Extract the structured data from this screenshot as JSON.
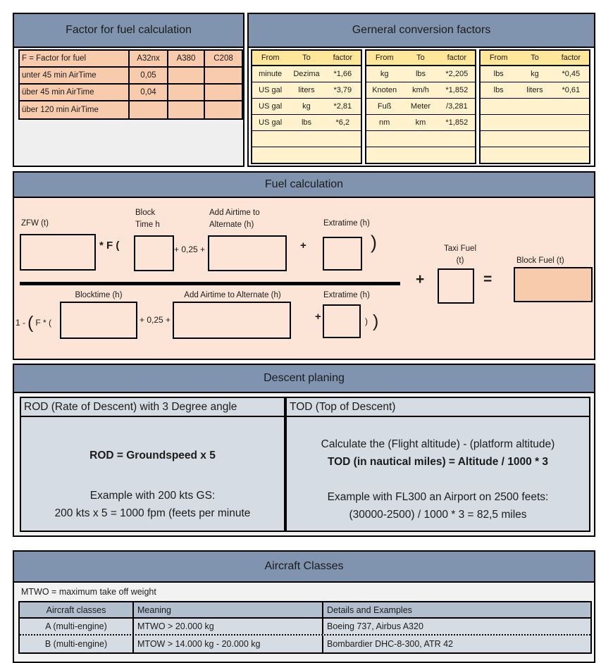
{
  "palette": {
    "header_blue": "#8094B0",
    "peach": "#F8CBAD",
    "peach_light": "#FCE4D6",
    "yellow_header": "#FFE699",
    "yellow_light": "#FFF2CC",
    "bluegray_panel": "#D6DCE4",
    "bluegray_table_header": "#B2BFCE",
    "gray_fill": "#EFEFEF",
    "border": "#000000"
  },
  "factor_section": {
    "title": "Factor for fuel calculation",
    "table": {
      "header": [
        "F = Factor for fuel",
        "A32nx",
        "A380",
        "C208"
      ],
      "rows": [
        [
          "unter 45 min AirTime",
          "0,05",
          "",
          ""
        ],
        [
          "über 45 min AirTime",
          "0,04",
          "",
          ""
        ],
        [
          "über 120 min AirTime",
          "",
          "",
          ""
        ]
      ]
    }
  },
  "conversion_section": {
    "title": "Gerneral conversion factors",
    "columns": [
      "From",
      "To",
      "factor"
    ],
    "tables": [
      {
        "rows": [
          [
            "minute",
            "Dezima",
            "*1,66"
          ],
          [
            "US gal",
            "liters",
            "*3,79"
          ],
          [
            "US gal",
            "kg",
            "*2,81"
          ],
          [
            "US gal",
            "lbs",
            "*6,2"
          ],
          [
            "",
            "",
            ""
          ],
          [
            "",
            "",
            ""
          ]
        ]
      },
      {
        "rows": [
          [
            "kg",
            "lbs",
            "*2,205"
          ],
          [
            "Knoten",
            "km/h",
            "*1,852"
          ],
          [
            "Fuß",
            "Meter",
            "/3,281"
          ],
          [
            "nm",
            "km",
            "*1,852"
          ],
          [
            "",
            "",
            ""
          ],
          [
            "",
            "",
            ""
          ]
        ]
      },
      {
        "rows": [
          [
            "lbs",
            "kg",
            "*0,45"
          ],
          [
            "lbs",
            "liters",
            "*0,61"
          ],
          [
            "",
            "",
            ""
          ],
          [
            "",
            "",
            ""
          ],
          [
            "",
            "",
            ""
          ],
          [
            "",
            "",
            ""
          ]
        ]
      }
    ]
  },
  "fuel_calc": {
    "title": "Fuel calculation",
    "zfw_label": "ZFW (t)",
    "f_open": "* F (",
    "block_time_label": [
      "Block",
      "Time h"
    ],
    "plus_025_top": "+ 0,25 +",
    "add_airtime_label": [
      "Add Airtime to",
      "Alternate (h)"
    ],
    "plus_top": "+",
    "extratime_label_top": "Extratime (h)",
    "paren_close_top": ")",
    "taxi_label": [
      "Taxi Fuel",
      "(t)"
    ],
    "plus_mid": "+",
    "equals": "=",
    "block_fuel_label": "Block Fuel (t)",
    "denom_one_minus": "1 -",
    "denom_paren_big": "(",
    "denom_f_open": "F * (",
    "blocktime_label": "Blocktime (h)",
    "plus_025_bottom": "+ 0,25 +",
    "add_airtime_alt_label": "Add Airtime to Alternate (h)",
    "plus_bottom": "+",
    "extratime_label_bottom": "Extratime (h)",
    "paren_close_small": ")",
    "paren_close_big": ")"
  },
  "descent": {
    "title": "Descent planing",
    "rod": {
      "header": "ROD (Rate of Descent) with 3 Degree angle",
      "formula": "ROD = Groundspeed x 5",
      "example_intro": "Example with 200 kts GS:",
      "example_calc": "200 kts x 5 = 1000 fpm (feets per minute"
    },
    "tod": {
      "header": "TOD (Top of Descent)",
      "intro": "Calculate the (Flight altitude) - (platform altitude)",
      "formula": "TOD (in nautical miles) = Altitude / 1000 * 3",
      "example_intro": "Example with FL300 an Airport on 2500 feets:",
      "example_calc": "(30000-2500) / 1000 * 3 = 82,5 miles"
    }
  },
  "aircraft_section": {
    "title": "Aircraft Classes",
    "note": "MTWO = maximum take off weight",
    "header": [
      "Aircraft classes",
      "Meaning",
      "Details and Examples"
    ],
    "rows": [
      [
        "A (multi-engine)",
        "MTWO > 20.000 kg",
        "Boeing 737, Airbus A320"
      ],
      [
        "B (multi-engine)",
        "MTOW > 14.000 kg - 20.000 kg",
        "Bombardier DHC-8-300, ATR 42"
      ]
    ]
  }
}
